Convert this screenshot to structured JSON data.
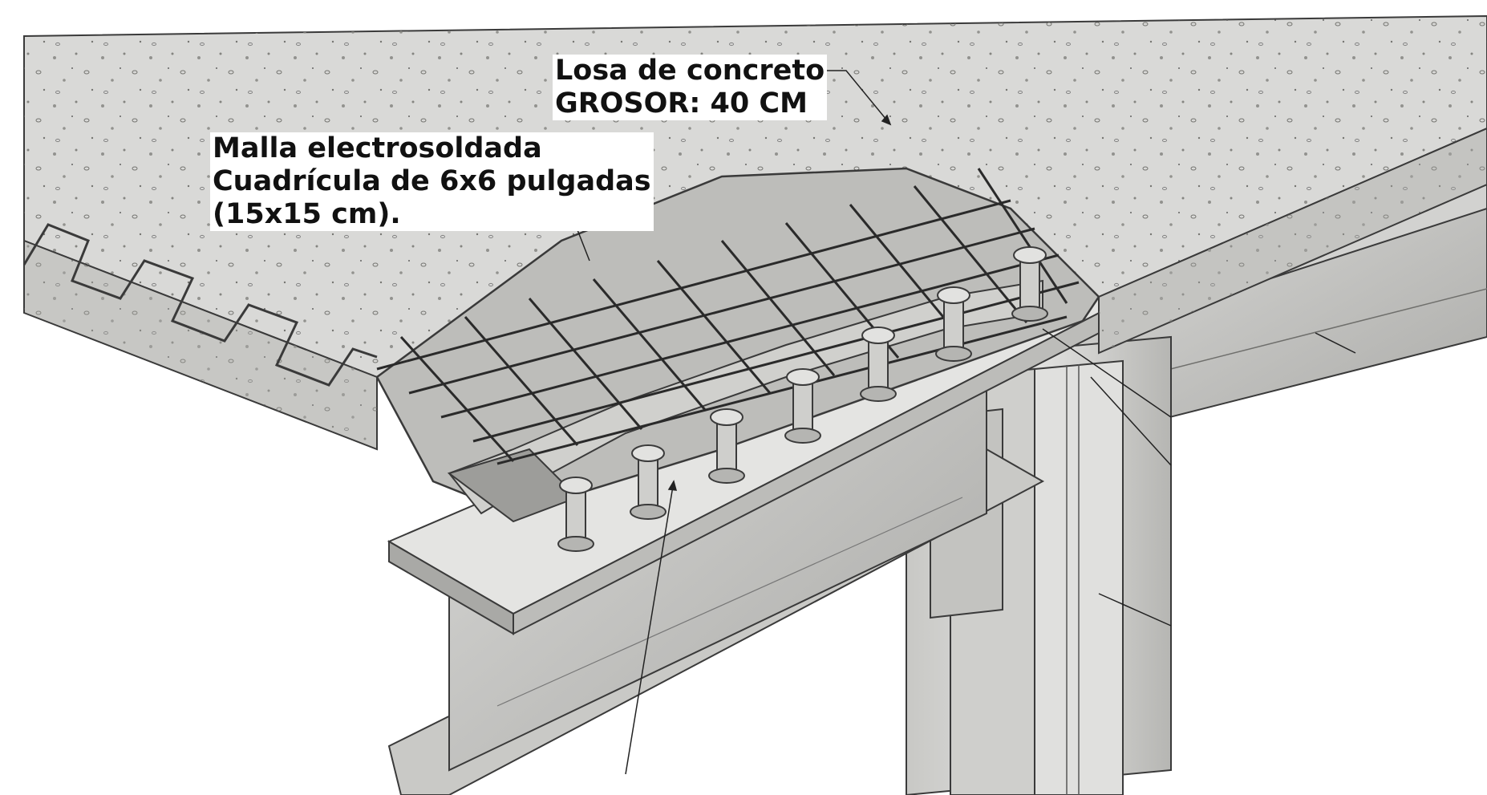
{
  "labels": {
    "losa": {
      "line1": "Losa de concreto",
      "line2": "GROSOR: 40 CM"
    },
    "malla": {
      "line1": "Malla electrosoldada",
      "line2": "Cuadrícula de 6x6 pulgadas",
      "line3": "(15x15 cm)."
    }
  },
  "colors": {
    "concrete": "#d9d9d7",
    "concrete_edge": "#c4c4c1",
    "steel": "#bdbdbb",
    "steel_dark": "#8f8f8c",
    "outline": "#3a3a3a",
    "label_bg": "#ffffff"
  }
}
